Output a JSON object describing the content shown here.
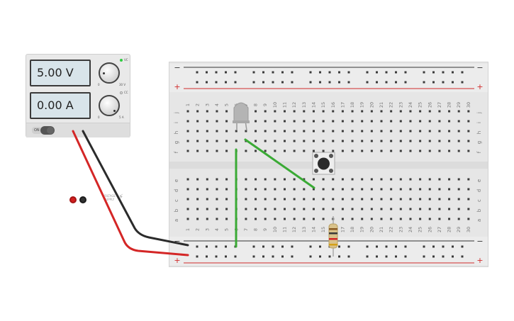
{
  "power_supply": {
    "voltage_display": "5.00 V",
    "current_display": "0.00 A",
    "on_label": "ON",
    "vc_label": "VC",
    "cc_label": "CC",
    "v_min": "0",
    "v_max": "30 V",
    "a_min": "0",
    "a_max": "5 A",
    "brand": "VOLTAGE SUPPLY"
  },
  "breadboard": {
    "columns": [
      "1",
      "2",
      "3",
      "4",
      "5",
      "6",
      "7",
      "8",
      "9",
      "10",
      "11",
      "12",
      "13",
      "14",
      "15",
      "16",
      "17",
      "18",
      "19",
      "20",
      "21",
      "22",
      "23",
      "24",
      "25",
      "26",
      "27",
      "28",
      "29",
      "30"
    ],
    "top_rows": [
      "j",
      "i",
      "h",
      "g",
      "f"
    ],
    "bottom_rows": [
      "e",
      "d",
      "c",
      "b",
      "a"
    ],
    "rail_minus": "−",
    "rail_plus": "+"
  },
  "colors": {
    "wire_red": "#d42626",
    "wire_black": "#2b2b2b",
    "wire_green": "#3aaa35",
    "rail_red": "#d12b2b",
    "rail_dark": "#333333"
  }
}
